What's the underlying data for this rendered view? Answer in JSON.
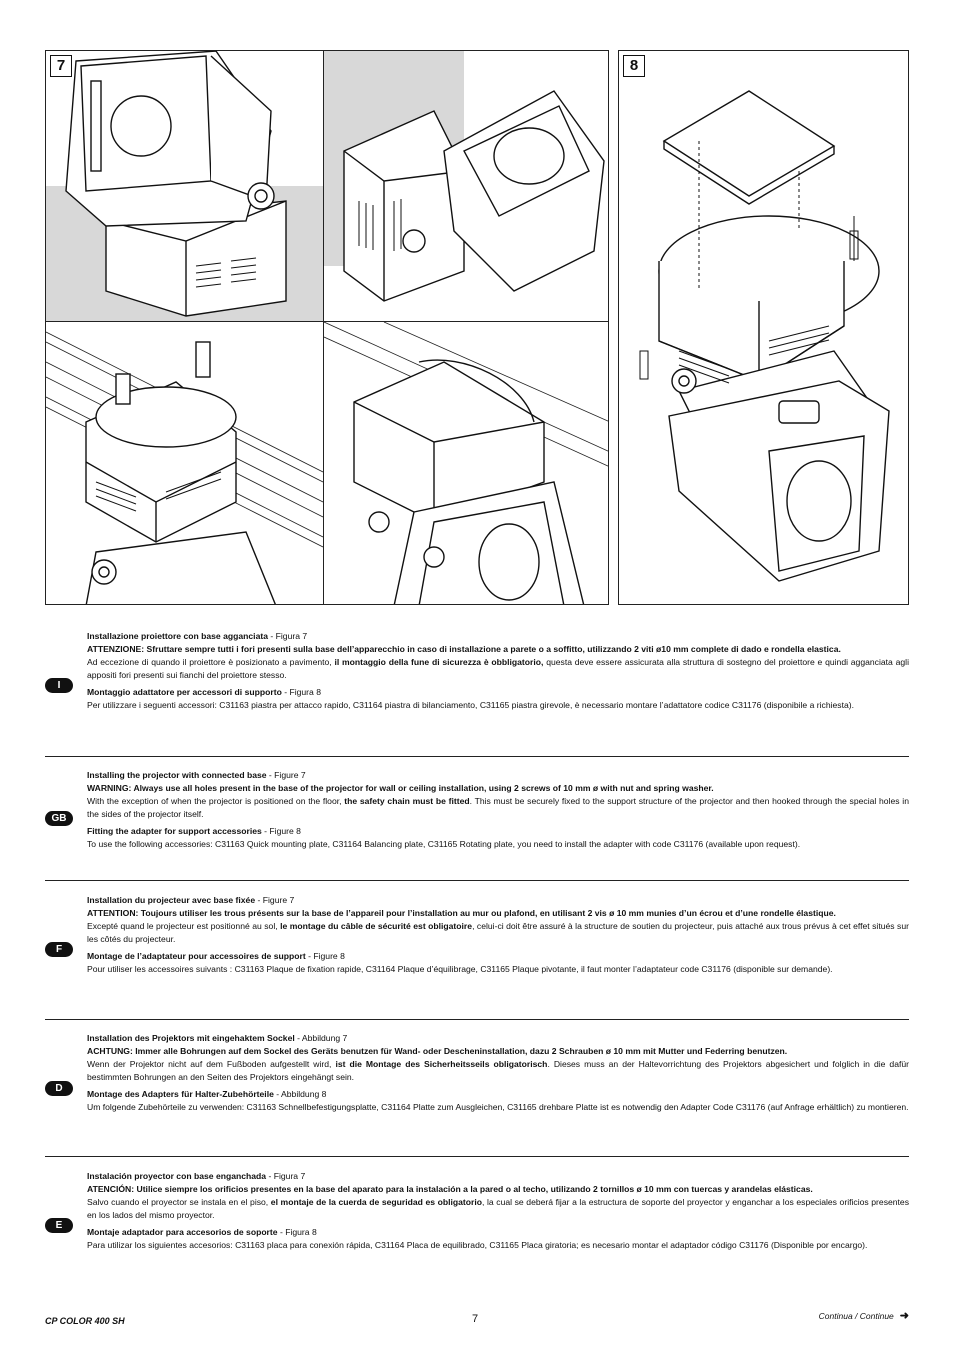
{
  "figures": {
    "fig7_label": "7",
    "fig8_label": "8"
  },
  "sections": [
    {
      "lang": "I",
      "h1_title": "Installazione proiettore con base agganciata",
      "h1_ref": " - Figura 7",
      "warning": "ATTENZIONE: Sfruttare sempre tutti i fori presenti sulla base dell’apparecchio in caso di installazione a parete o a soffitto, utilizzando 2 viti ø10 mm complete di dado e rondella elastica.",
      "body_a": "Ad eccezione di quando il proiettore è posizionato a pavimento, ",
      "body_bold": "il montaggio della fune di sicurezza è obbligatorio,",
      "body_b": " questa deve essere assicurata alla struttura di sostegno del proiettore e quindi agganciata agli appositi fori presenti sui fianchi del proiettore stesso.",
      "h2_title": "Montaggio adattatore per accessori di supporto",
      "h2_ref": " - Figura 8",
      "h2_body": "Per utilizzare i seguenti accessori: C31163 piastra per attacco rapido, C31164 piastra di bilanciamento, C31165 piastra girevole, è necessario montare l’adattatore codice C31176 (disponibile a richiesta)."
    },
    {
      "lang": "GB",
      "h1_title": "Installing the projector with connected base",
      "h1_ref": " - Figure 7",
      "warning": "WARNING: Always use all holes present in the base of the projector for wall or ceiling installation, using 2 screws of 10 mm ø with nut and spring washer.",
      "body_a": "With the exception of when the projector is positioned on the floor, ",
      "body_bold": "the safety chain must be fitted",
      "body_b": ". This must be securely fixed to the support structure of the projector and then hooked through the special holes in the sides of the projector itself.",
      "h2_title": "Fitting the adapter for support accessories",
      "h2_ref": " - Figure 8",
      "h2_body": "To use the following accessories: C31163 Quick mounting plate, C31164 Balancing plate, C31165 Rotating plate, you need to install the adapter with code C31176 (available upon request)."
    },
    {
      "lang": "F",
      "h1_title": "Installation du projecteur avec base fixée",
      "h1_ref": " - Figure 7",
      "warning": "ATTENTION: Toujours utiliser les trous présents sur la base de l’appareil pour l’installation au mur ou plafond, en utilisant 2 vis ø 10 mm munies d’un écrou et d’une rondelle élastique.",
      "body_a": "Excepté quand le projecteur est positionné au sol, ",
      "body_bold": "le montage du câble de sécurité est obligatoire",
      "body_b": ", celui-ci doit être assuré à la structure de soutien du projecteur, puis attaché aux trous prévus à cet effet situés sur les côtés du projecteur.",
      "h2_title": "Montage de l’adaptateur pour accessoires de support",
      "h2_ref": " - Figure 8",
      "h2_body": "Pour utiliser les accessoires suivants : C31163 Plaque de fixation rapide, C31164 Plaque d’équilibrage, C31165 Plaque pivotante, il faut monter l’adaptateur code C31176 (disponible sur demande)."
    },
    {
      "lang": "D",
      "h1_title": "Installation des Projektors mit eingehaktem Sockel",
      "h1_ref": " - Abbildung 7",
      "warning": "ACHTUNG: Immer alle Bohrungen auf dem Sockel des Geräts benutzen für Wand- oder Descheninstallation, dazu 2 Schrauben ø 10 mm mit Mutter und Federring benutzen.",
      "body_a": "Wenn der Projektor nicht auf dem Fußboden aufgestellt wird, ",
      "body_bold": "ist die Montage des Sicherheitsseils obligatorisch",
      "body_b": ". Dieses muss an der Haltevorrichtung des Projektors abgesichert und folglich in die dafür bestimmten Bohrungen an den Seiten des Projektors eingehängt sein.",
      "h2_title": "Montage des Adapters für Halter-Zubehörteile",
      "h2_ref": " - Abbildung 8",
      "h2_body": "Um folgende Zubehörteile zu verwenden: C31163 Schnellbefestigungsplatte, C31164 Platte zum Ausgleichen, C31165 drehbare Platte ist es notwendig den Adapter Code C31176 (auf Anfrage erhältlich) zu montieren."
    },
    {
      "lang": "E",
      "h1_title": "Instalación proyector con base enganchada",
      "h1_ref": " - Figura 7",
      "warning": "ATENCIÓN: Utilice siempre los  orificios presentes en la base del aparato para la instalación a la pared o al techo, utilizando 2 tornillos ø 10 mm con tuercas y arandelas elásticas.",
      "body_a": "Salvo cuando el proyector se instala en el piso, ",
      "body_bold": "el montaje de la cuerda de seguridad es obligatorio",
      "body_b": ", la cual se deberá fijar a la estructura de soporte del proyector y enganchar a los especiales orificios presentes en los lados del mismo proyector.",
      "h2_title": "Montaje adaptador para accesorios de soporte",
      "h2_ref": " - Figura 8",
      "h2_body": "Para utilizar los siguientes accesorios: C31163 placa para conexión rápida, C31164 Placa de equilibrado, C31165 Placa giratoria; es necesario montar el adaptador código C31176 (Disponible por encargo)."
    }
  ],
  "footer": {
    "model": "CP COLOR 400 SH",
    "page": "7",
    "continue": "Continua / Continue"
  }
}
